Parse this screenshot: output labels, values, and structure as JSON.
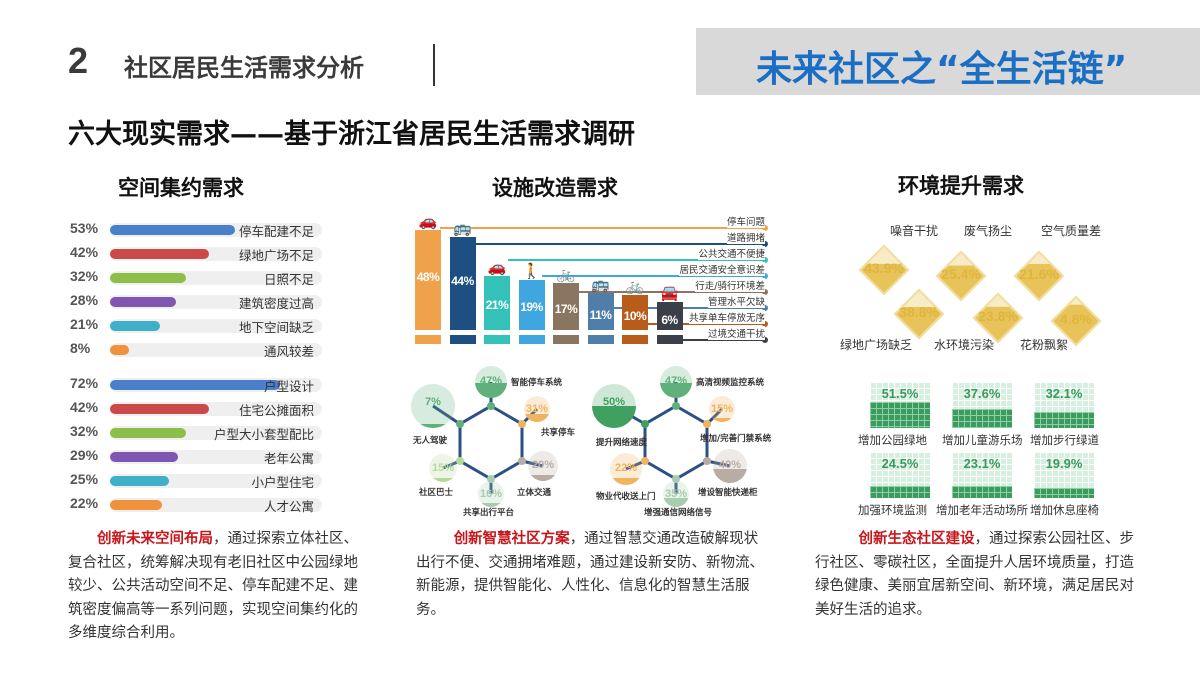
{
  "header": {
    "section_number": "2",
    "section_title": "社区居民生活需求分析",
    "banner_title": "未来社区之“全生活链”",
    "subtitle": "六大现实需求——基于浙江省居民生活需求调研"
  },
  "columns": {
    "space": {
      "title": "空间集约需求",
      "group1": [
        {
          "pct": "53%",
          "label": "停车配建不足",
          "value": 53,
          "color": "#4a7fc9"
        },
        {
          "pct": "42%",
          "label": "绿地广场不足",
          "value": 42,
          "color": "#c94a48"
        },
        {
          "pct": "32%",
          "label": "日照不足",
          "value": 32,
          "color": "#8cbf4a"
        },
        {
          "pct": "28%",
          "label": "建筑密度过高",
          "value": 28,
          "color": "#8057b0"
        },
        {
          "pct": "21%",
          "label": "地下空间缺乏",
          "value": 21,
          "color": "#3fb0c8"
        },
        {
          "pct": "8%",
          "label": "通风较差",
          "value": 8,
          "color": "#f0913c"
        }
      ],
      "group2": [
        {
          "pct": "72%",
          "label": "户型设计",
          "value": 72,
          "color": "#4a7fc9"
        },
        {
          "pct": "42%",
          "label": "住宅公摊面积",
          "value": 42,
          "color": "#c94a48"
        },
        {
          "pct": "32%",
          "label": "户型大小套型配比",
          "value": 32,
          "color": "#8cbf4a"
        },
        {
          "pct": "29%",
          "label": "老年公寓",
          "value": 29,
          "color": "#8057b0"
        },
        {
          "pct": "25%",
          "label": "小户型住宅",
          "value": 25,
          "color": "#3fb0c8"
        },
        {
          "pct": "22%",
          "label": "人才公寓",
          "value": 22,
          "color": "#f0913c"
        }
      ],
      "para_highlight": "创新未来空间布局",
      "para_text": "，通过探索立体社区、复合社区，统筹解决现有老旧社区中公园绿地较少、公共活动空间不足、停车配建不足、建筑密度偏高等一系列问题，实现空间集约化的多维度综合利用。"
    },
    "facility": {
      "title": "设施改造需求",
      "bars": [
        {
          "pct": "48%",
          "value": 48,
          "color": "#f0a24a",
          "icon": "car-icon",
          "glyph": "🚗",
          "label": "停车问题"
        },
        {
          "pct": "44%",
          "value": 44,
          "color": "#1e4f82",
          "icon": "bus-icon",
          "glyph": "🚌",
          "label": "道路拥堵"
        },
        {
          "pct": "21%",
          "value": 21,
          "color": "#34c2b8",
          "icon": "car-icon",
          "glyph": "🚗",
          "label": "公共交通不便捷"
        },
        {
          "pct": "19%",
          "value": 19,
          "color": "#3fa6e0",
          "icon": "walker-icon",
          "glyph": "🚶",
          "label": "居民交通安全意识差"
        },
        {
          "pct": "17%",
          "value": 17,
          "color": "#8a7660",
          "icon": "bicycle-icon",
          "glyph": "🚲",
          "label": "行走/骑行环境差"
        },
        {
          "pct": "11%",
          "value": 11,
          "color": "#4f7fa8",
          "icon": "bus-icon",
          "glyph": "🚌",
          "label": "管理水平欠缺"
        },
        {
          "pct": "10%",
          "value": 10,
          "color": "#b85c1c",
          "icon": "bicycle-icon",
          "glyph": "🚲",
          "label": "共享单车停放无序"
        },
        {
          "pct": "6%",
          "value": 6,
          "color": "#3a3f4a",
          "icon": "car-icon",
          "glyph": "🚘",
          "label": "过境交通干扰"
        }
      ],
      "hex1": {
        "nodes": [
          {
            "pct": "47%",
            "label": "智能停车系统",
            "fill": 47,
            "color": "#5fb07a"
          },
          {
            "pct": "31%",
            "label": "共享停车",
            "fill": 31,
            "color": "#f0b460"
          },
          {
            "pct": "20%",
            "label": "立体交通",
            "fill": 20,
            "color": "#b8aca4"
          },
          {
            "pct": "16%",
            "label": "共享出行平台",
            "fill": 16,
            "color": "#a8ccb0"
          },
          {
            "pct": "15%",
            "label": "社区巴士",
            "fill": 15,
            "color": "#b6d89a"
          },
          {
            "pct": "7%",
            "label": "无人驾驶",
            "fill": 7,
            "color": "#5fb07a"
          }
        ]
      },
      "hex2": {
        "nodes": [
          {
            "pct": "47%",
            "label": "高清视频监控系统",
            "fill": 47,
            "color": "#5fb07a"
          },
          {
            "pct": "15%",
            "label": "增加/完善门禁系统",
            "fill": 15,
            "color": "#f0b460"
          },
          {
            "pct": "40%",
            "label": "增设智能快递柜",
            "fill": 40,
            "color": "#b8aca4"
          },
          {
            "pct": "35%",
            "label": "增强通信网络信号",
            "fill": 35,
            "color": "#a8ccb0"
          },
          {
            "pct": "22%",
            "label": "物业代收送上门",
            "fill": 22,
            "color": "#f0b460"
          },
          {
            "pct": "50%",
            "label": "提升网络速度",
            "fill": 50,
            "color": "#3fa060"
          }
        ]
      },
      "para_highlight": "创新智慧社区方案",
      "para_text": "，通过智慧交通改造破解现状出行不便、交通拥堵难题，通过建设新安防、新物流、新能源，提供智能化、人性化、信息化的智慧生活服务。"
    },
    "environment": {
      "title": "环境提升需求",
      "diamonds": [
        {
          "pct": "43.9%",
          "label": "噪音干扰",
          "fill": 43.9
        },
        {
          "pct": "25.4%",
          "label": "废气扬尘",
          "fill": 25.4
        },
        {
          "pct": "21.6%",
          "label": "空气质量差",
          "fill": 21.6
        },
        {
          "pct": "38.8%",
          "label": "绿地广场缺乏",
          "fill": 38.8
        },
        {
          "pct": "23.8%",
          "label": "水环境污染",
          "fill": 23.8
        },
        {
          "pct": "4.8%",
          "label": "花粉飘絮",
          "fill": 4.8
        }
      ],
      "tiles": [
        {
          "pct": "51.5%",
          "label": "增加公园绿地",
          "fill": 51.5
        },
        {
          "pct": "37.6%",
          "label": "增加儿童游乐场",
          "fill": 37.6
        },
        {
          "pct": "32.1%",
          "label": "增加步行绿道",
          "fill": 32.1
        },
        {
          "pct": "24.5%",
          "label": "加强环境监测",
          "fill": 24.5
        },
        {
          "pct": "23.1%",
          "label": "增加老年活动场所",
          "fill": 23.1
        },
        {
          "pct": "19.9%",
          "label": "增加休息座椅",
          "fill": 19.9
        }
      ],
      "para_highlight": "创新生态社区建设",
      "para_text": "，通过探索公园社区、步行社区、零碳社区，全面提升人居环境质量，打造绿色健康、美丽宜居新空间、新环境，满足居民对美好生活的追求。"
    }
  }
}
